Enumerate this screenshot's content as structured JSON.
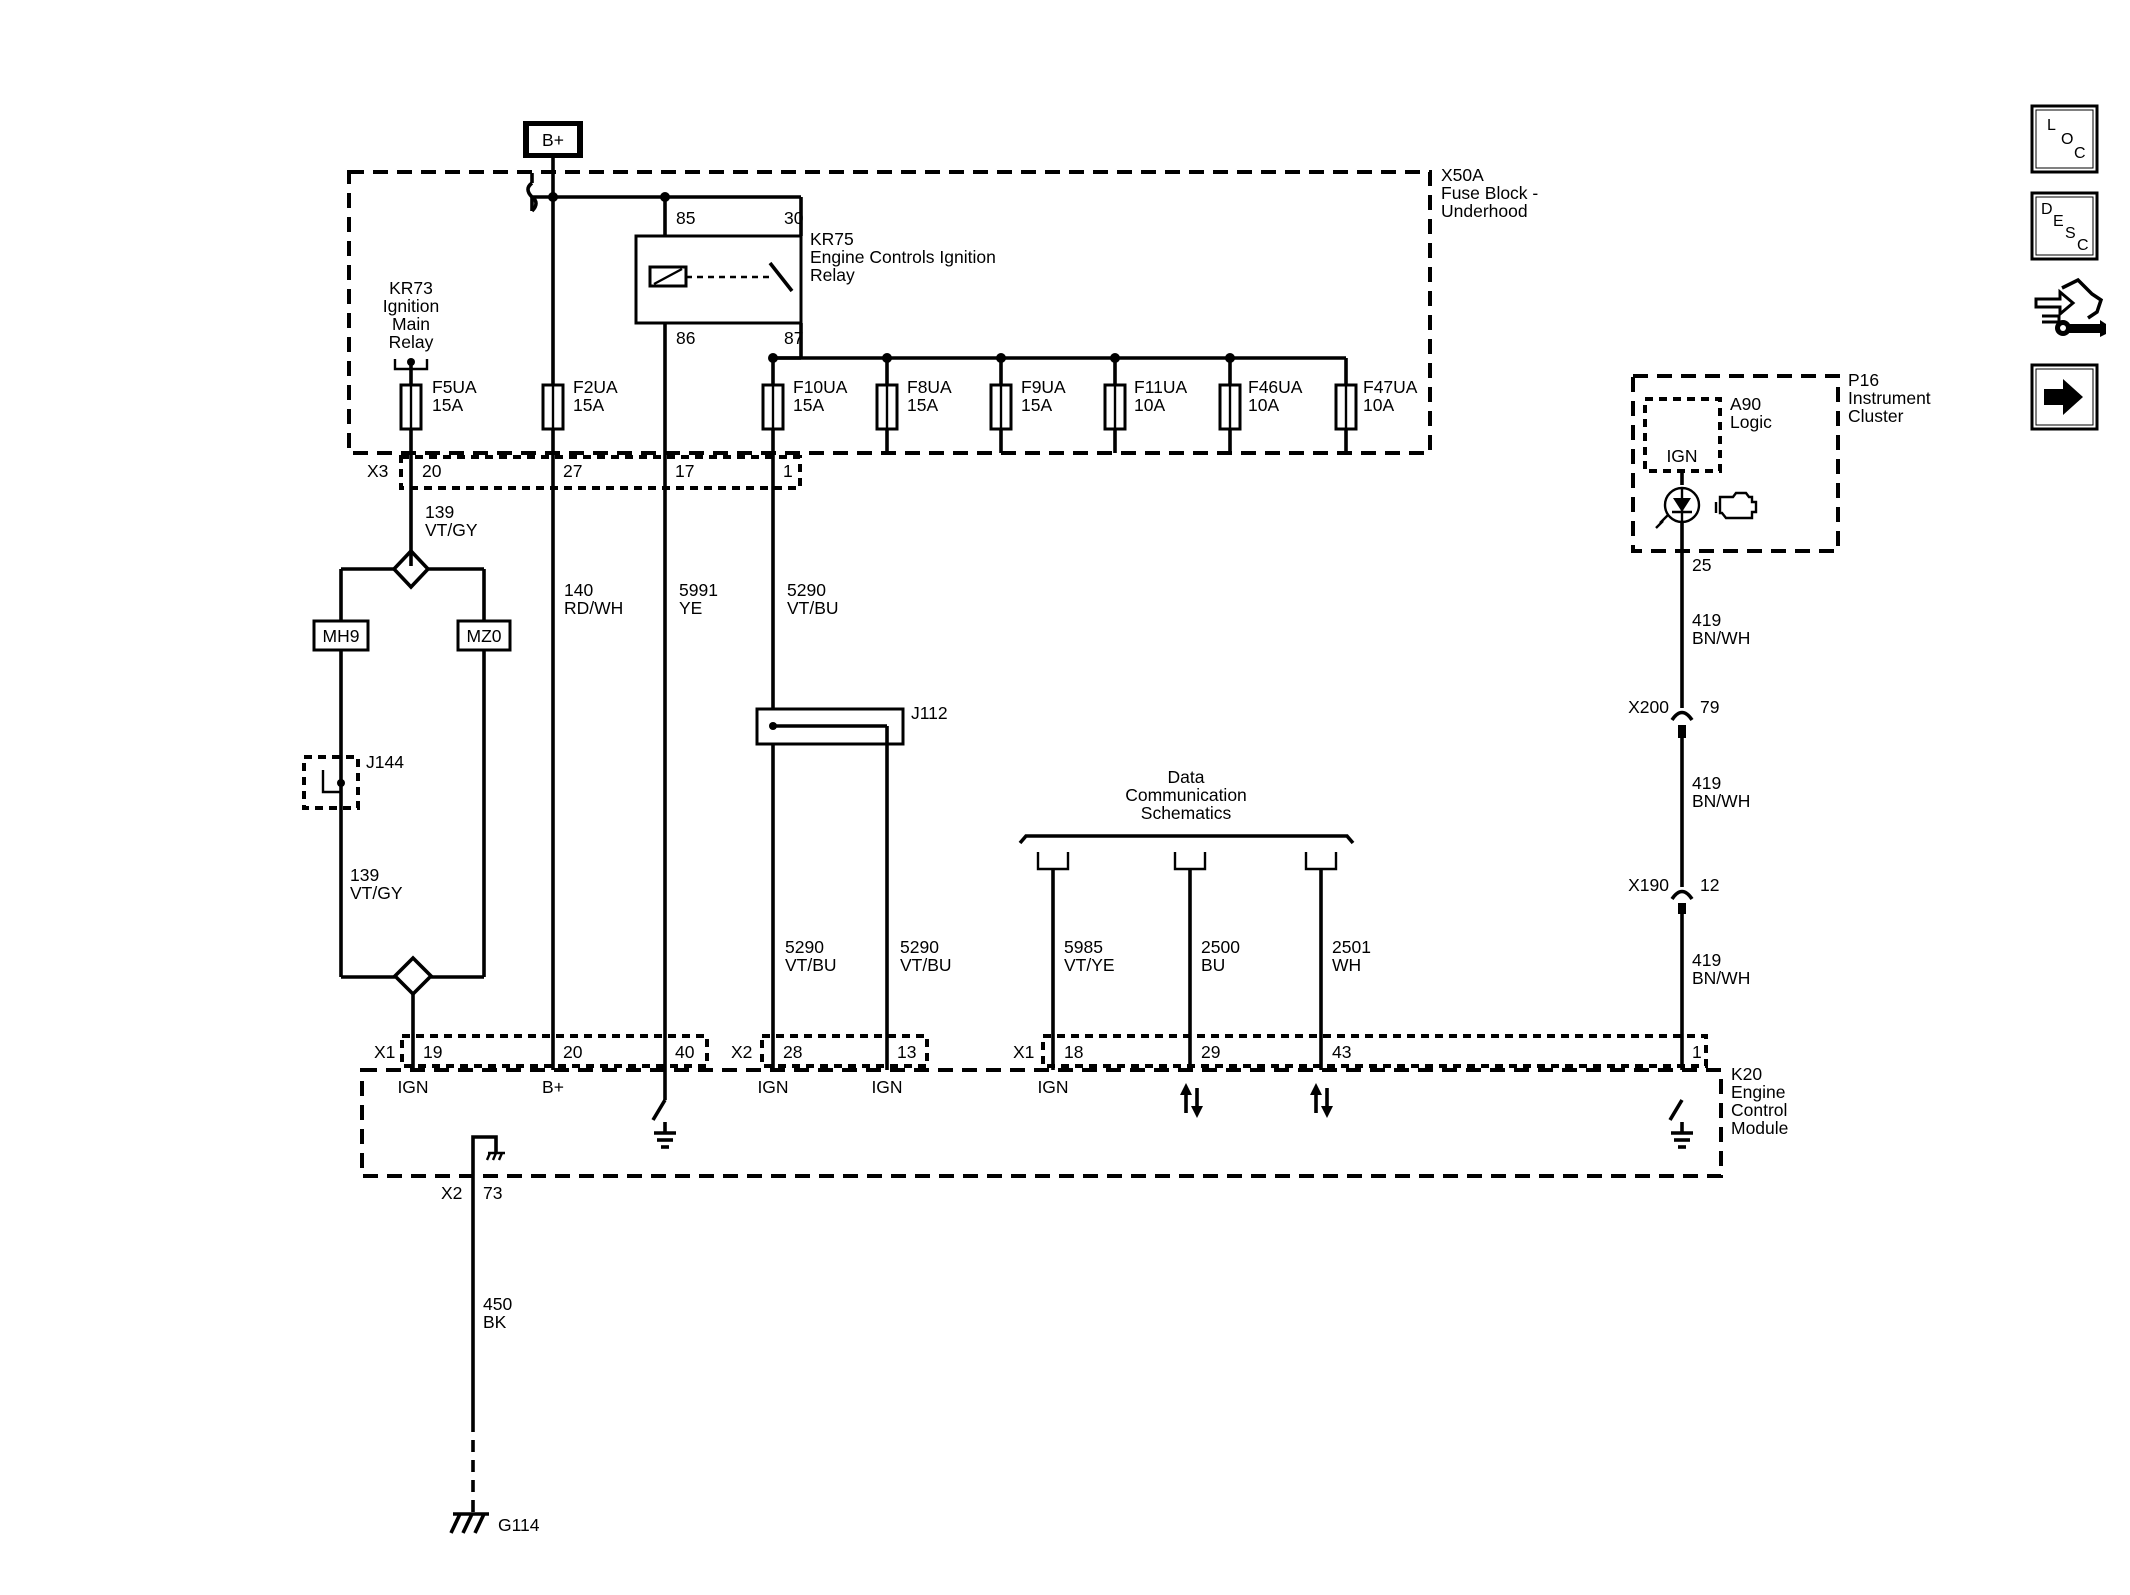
{
  "battery": {
    "label": "B+"
  },
  "fuse_block": {
    "id": "X50A",
    "name_line1": "Fuse Block -",
    "name_line2": "Underhood"
  },
  "relay_kr75": {
    "id": "KR75",
    "name_line1": "Engine Controls Ignition",
    "name_line2": "Relay",
    "pin_85": "85",
    "pin_30": "30",
    "pin_86": "86",
    "pin_87": "87"
  },
  "relay_kr73": {
    "id": "KR73",
    "line1": "Ignition",
    "line2": "Main",
    "line3": "Relay"
  },
  "fuses": [
    {
      "id": "F5UA",
      "rating": "15A"
    },
    {
      "id": "F2UA",
      "rating": "15A"
    },
    {
      "id": "F10UA",
      "rating": "15A"
    },
    {
      "id": "F8UA",
      "rating": "15A"
    },
    {
      "id": "F9UA",
      "rating": "15A"
    },
    {
      "id": "F11UA",
      "rating": "10A"
    },
    {
      "id": "F46UA",
      "rating": "10A"
    },
    {
      "id": "F47UA",
      "rating": "10A"
    }
  ],
  "connector_x3": {
    "id": "X3",
    "pins": [
      "20",
      "27",
      "17",
      "1"
    ]
  },
  "wires": {
    "w139_top": {
      "circuit": "139",
      "color": "VT/GY"
    },
    "w140": {
      "circuit": "140",
      "color": "RD/WH"
    },
    "w5991": {
      "circuit": "5991",
      "color": "YE"
    },
    "w5290_top": {
      "circuit": "5290",
      "color": "VT/BU"
    },
    "w139_left": {
      "circuit": "139",
      "color": "VT/GY"
    },
    "w5290_a": {
      "circuit": "5290",
      "color": "VT/BU"
    },
    "w5290_b": {
      "circuit": "5290",
      "color": "VT/BU"
    },
    "w5985": {
      "circuit": "5985",
      "color": "VT/YE"
    },
    "w2500": {
      "circuit": "2500",
      "color": "BU"
    },
    "w2501": {
      "circuit": "2501",
      "color": "WH"
    },
    "w419_a": {
      "circuit": "419",
      "color": "BN/WH"
    },
    "w419_b": {
      "circuit": "419",
      "color": "BN/WH"
    },
    "w419_c": {
      "circuit": "419",
      "color": "BN/WH"
    },
    "w450": {
      "circuit": "450",
      "color": "BK"
    }
  },
  "options": {
    "mh9": "MH9",
    "mz0": "MZ0"
  },
  "splices": {
    "j144": "J144",
    "j112": "J112"
  },
  "data_comm": {
    "line1": "Data",
    "line2": "Communication",
    "line3": "Schematics"
  },
  "instrument_cluster": {
    "id": "P16",
    "name_line1": "Instrument",
    "name_line2": "Cluster",
    "logic_id": "A90",
    "logic_name": "Logic",
    "ign": "IGN",
    "pin": "25"
  },
  "inline_connectors": [
    {
      "id": "X200",
      "pin": "79"
    },
    {
      "id": "X190",
      "pin": "12"
    }
  ],
  "ecm": {
    "id": "K20",
    "name_line1": "Engine",
    "name_line2": "Control",
    "name_line3": "Module",
    "x1_left": {
      "id": "X1",
      "pins": [
        "19",
        "20",
        "40"
      ],
      "labels": [
        "IGN",
        "B+"
      ]
    },
    "x2": {
      "id": "X2",
      "pins": [
        "28",
        "13"
      ],
      "labels": [
        "IGN",
        "IGN"
      ]
    },
    "x1_right": {
      "id": "X1",
      "pins": [
        "18",
        "29",
        "43",
        "1"
      ],
      "labels": [
        "IGN"
      ]
    },
    "x2_ground": {
      "id": "X2",
      "pin": "73"
    }
  },
  "ground": {
    "id": "G114"
  },
  "nav": {
    "loc": {
      "l1": "L",
      "l2": "O",
      "l3": "C"
    },
    "desc": {
      "l1": "D",
      "l2": "E",
      "l3": "S",
      "l4": "C"
    }
  }
}
